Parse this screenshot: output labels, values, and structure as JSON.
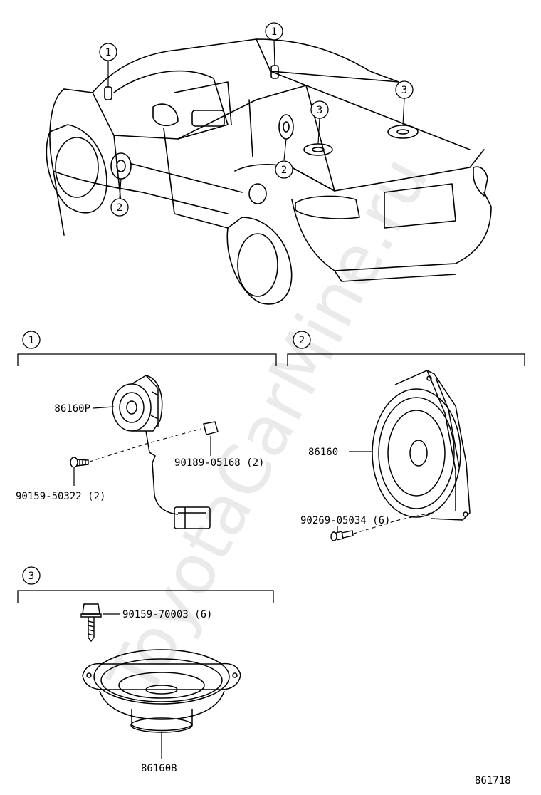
{
  "watermark": "ToyotaCarMine.ru",
  "overview": {
    "callouts": [
      "1",
      "1",
      "2",
      "2",
      "3",
      "3"
    ]
  },
  "sections": [
    {
      "number": "1",
      "parts": [
        "86160P",
        "90189-05168 (2)",
        "90159-50322 (2)"
      ]
    },
    {
      "number": "2",
      "parts": [
        "86160",
        "90269-05034 (6)"
      ]
    },
    {
      "number": "3",
      "parts": [
        "90159-70003 (6)",
        "86160B"
      ]
    }
  ],
  "figure_id": "861718"
}
